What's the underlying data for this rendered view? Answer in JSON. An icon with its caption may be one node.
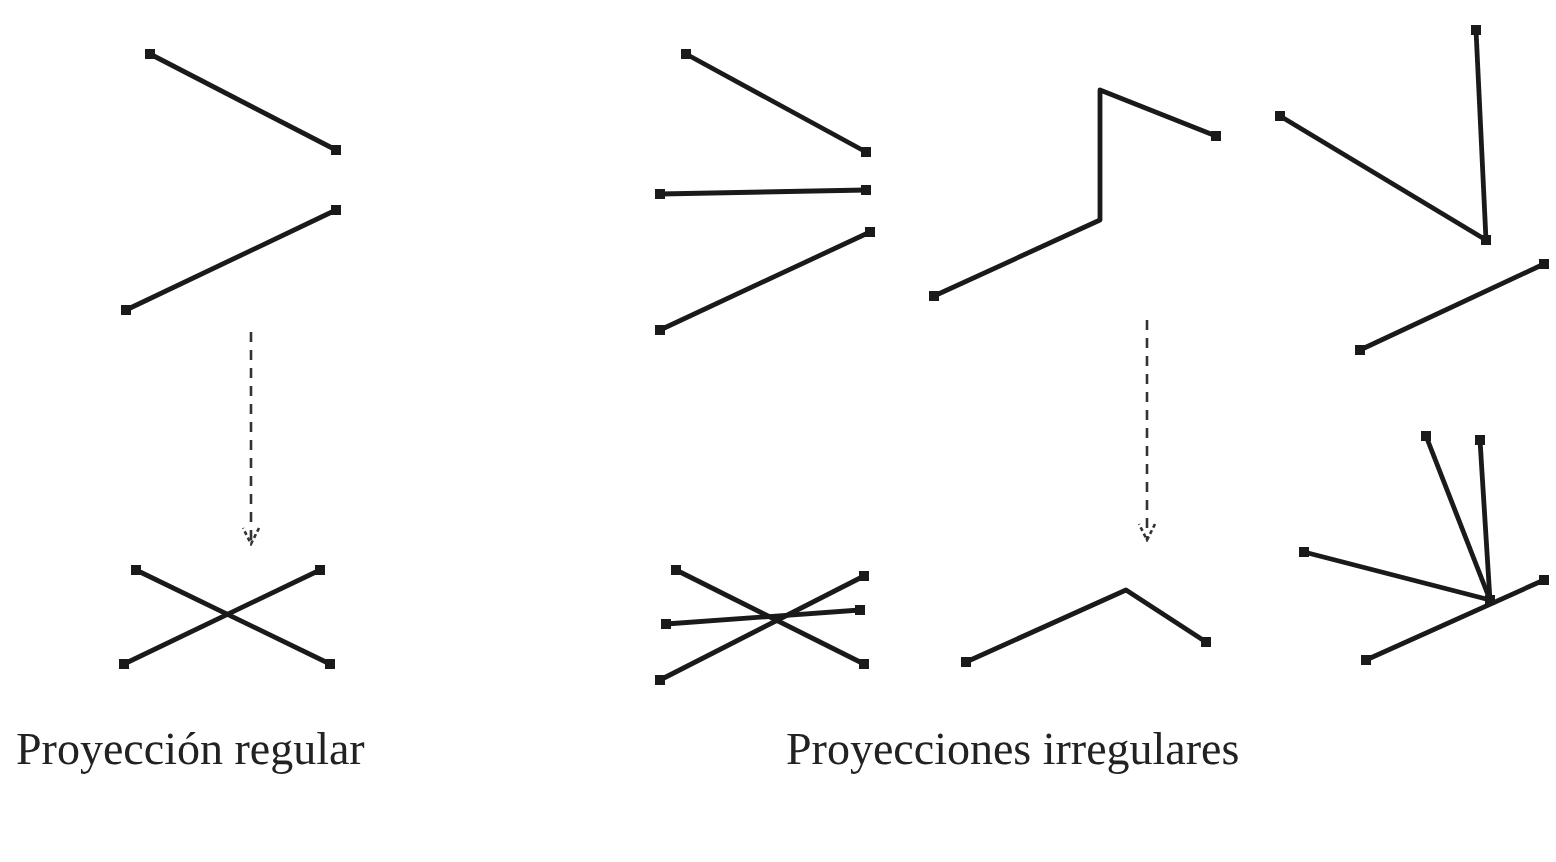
{
  "diagram": {
    "nodes": [
      {
        "text": [],
        "shape": "picture"
      },
      {
        "text": [],
        "shape": "picture"
      },
      {
        "text": [],
        "shape": "picture"
      },
      {
        "text": [],
        "shape": "picture"
      },
      {
        "text": [],
        "shape": "picture"
      },
      {
        "text": [],
        "shape": "picture"
      },
      {
        "text": [],
        "shape": "picture"
      },
      {
        "text": [],
        "shape": "picture"
      }
    ],
    "edges": [
      {
        "from": 0,
        "to": 1,
        "arrow": "to",
        "style": "dashed"
      },
      {
        "from": 3,
        "to": 6,
        "arrow": "to",
        "style": "dashed"
      }
    ],
    "labels": [
      "Proyección regular",
      "Proyecciones irregulares"
    ]
  }
}
